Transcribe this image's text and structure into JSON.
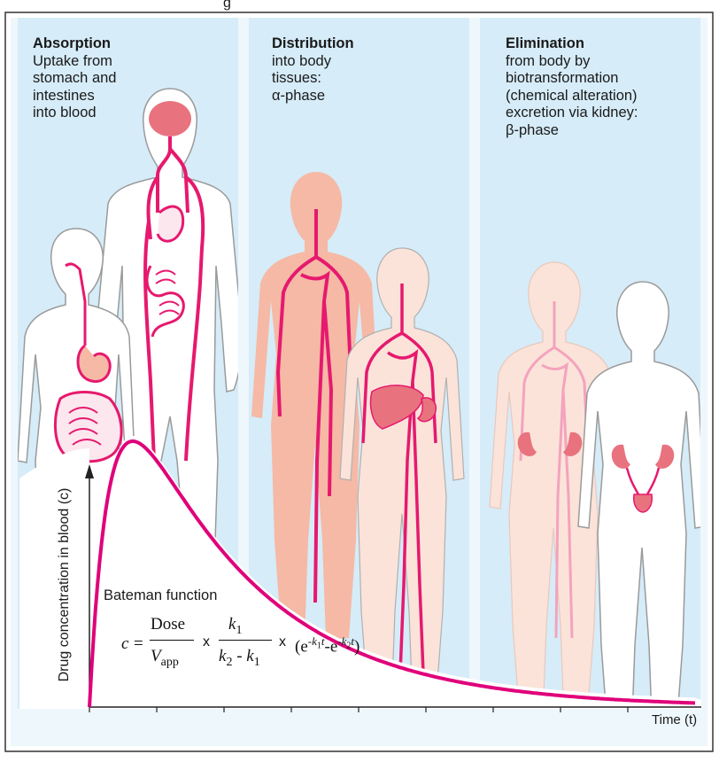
{
  "header_partial": "g",
  "colors": {
    "background": "#ffffff",
    "panel_blue": "#d6ecf8",
    "gutter_blue": "#eef7fc",
    "curve": "#e0007a",
    "vessel": "#e6196e",
    "body_outline": "#9a9a9a",
    "body_fill_salmon": "#f5b9a6",
    "body_fill_pale": "#fbe3d9",
    "organ": "#e8737e"
  },
  "panels": [
    {
      "title": "Absorption",
      "lines": [
        "Uptake from",
        "stomach and",
        "intestines",
        "into blood"
      ]
    },
    {
      "title": "Distribution",
      "lines": [
        "into body",
        "tissues:",
        "α-phase"
      ]
    },
    {
      "title": "Elimination",
      "lines": [
        "from body by",
        "biotransformation",
        "(chemical alteration)",
        "excretion via kidney:",
        "β-phase"
      ]
    }
  ],
  "illustrations": [
    "absorption-bodies",
    "distribution-bodies",
    "elimination-bodies"
  ],
  "graph": {
    "y_axis_label": "Drug concentration in blood (c)",
    "x_axis_label": "Time (t)",
    "function_label": "Bateman function",
    "formula": {
      "lhs": "c",
      "numerator_1": "Dose",
      "denominator_1": "V",
      "denominator_1_sub": "app",
      "times": "x",
      "numerator_2": "k",
      "numerator_2_sub": "1",
      "denominator_2": "k",
      "denominator_2_sub": "2",
      "minus": "- k",
      "minus_sub": "1",
      "bracket_text": "(e",
      "exp_1": "-k",
      "exp_1_sub": "1",
      "exp_1_t": "t",
      "mid": "-e",
      "exp_2": "-k",
      "exp_2_sub": "2",
      "exp_2_t": "t",
      "close": ")"
    },
    "x_tick_count": 9,
    "peak_fraction_of_range": 0.5
  }
}
